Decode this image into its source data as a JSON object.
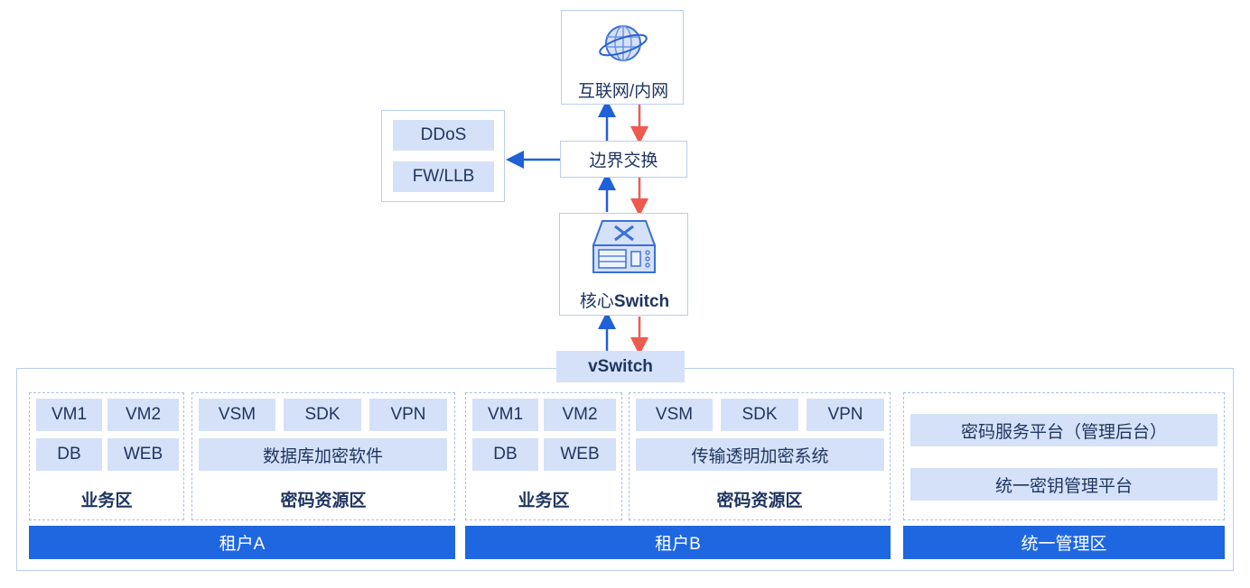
{
  "colors": {
    "accent_blue": "#1e67e0",
    "cell_fill": "#d5e1f8",
    "frame_border": "#b9ccf0",
    "dash_border": "#a9bfe6",
    "text_dark": "#1f3561",
    "arrow_up": "#2060d8",
    "arrow_down": "#ef5a50"
  },
  "top_nodes": {
    "internet": {
      "label": "互联网/内网",
      "icon": "globe-icon"
    },
    "border_switch": {
      "label": "边界交换"
    },
    "security": {
      "items": [
        "DDoS",
        "FW/LLB"
      ]
    },
    "core_switch": {
      "label_cn": "核心",
      "label_en": "Switch",
      "icon": "switch-device-icon"
    },
    "vswitch": {
      "label": "vSwitch"
    }
  },
  "tenants": [
    {
      "name": "租户A",
      "business_zone": {
        "label": "业务区",
        "items": [
          "VM1",
          "VM2",
          "DB",
          "WEB"
        ]
      },
      "crypto_zone": {
        "label": "密码资源区",
        "items": [
          "VSM",
          "SDK",
          "VPN"
        ],
        "wide_item": "数据库加密软件"
      }
    },
    {
      "name": "租户B",
      "business_zone": {
        "label": "业务区",
        "items": [
          "VM1",
          "VM2",
          "DB",
          "WEB"
        ]
      },
      "crypto_zone": {
        "label": "密码资源区",
        "items": [
          "VSM",
          "SDK",
          "VPN"
        ],
        "wide_item": "传输透明加密系统"
      }
    }
  ],
  "management": {
    "name": "统一管理区",
    "items": [
      "密码服务平台（管理后台）",
      "统一密钥管理平台"
    ]
  }
}
